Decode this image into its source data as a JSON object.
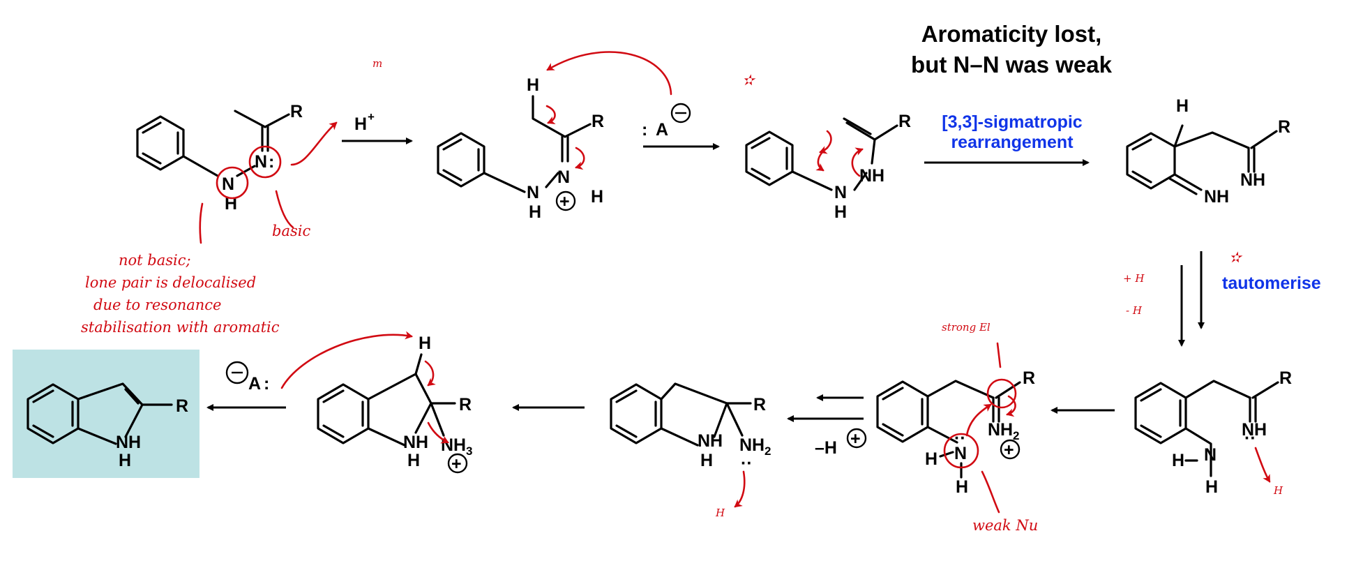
{
  "title": {
    "line1": "Aromaticity lost,",
    "line2": "but N–N was weak"
  },
  "labels": {
    "step1_reagent": "H",
    "step1_superscript": "+",
    "base": "A",
    "sigmatropic_line1": "[3,3]-sigmatropic",
    "sigmatropic_line2": "rearrangement",
    "tautomerise": "tautomerise",
    "minus_h": "–H"
  },
  "atoms": {
    "R": "R",
    "N": "N",
    "H": "H",
    "NH": "NH",
    "NH2": "NH",
    "NH3": "NH",
    "sub2": "2",
    "sub3": "3"
  },
  "annotations": {
    "m": "m",
    "basic": "basic",
    "not_basic_1": "not basic;",
    "not_basic_2": "lone pair is delocalised",
    "not_basic_3": "due to resonance",
    "not_basic_4": "stabilisation with aromatic",
    "plus_h": "+ H",
    "minus_h": "- H",
    "strong_el": "strong El",
    "weak_nu": "weak Nu",
    "h_plus_note": "H",
    "curly_2": "2"
  },
  "colors": {
    "annotation": "#d10a12",
    "highlight": "#1034e8",
    "product_box": "#bde2e4",
    "ink": "#000000"
  }
}
